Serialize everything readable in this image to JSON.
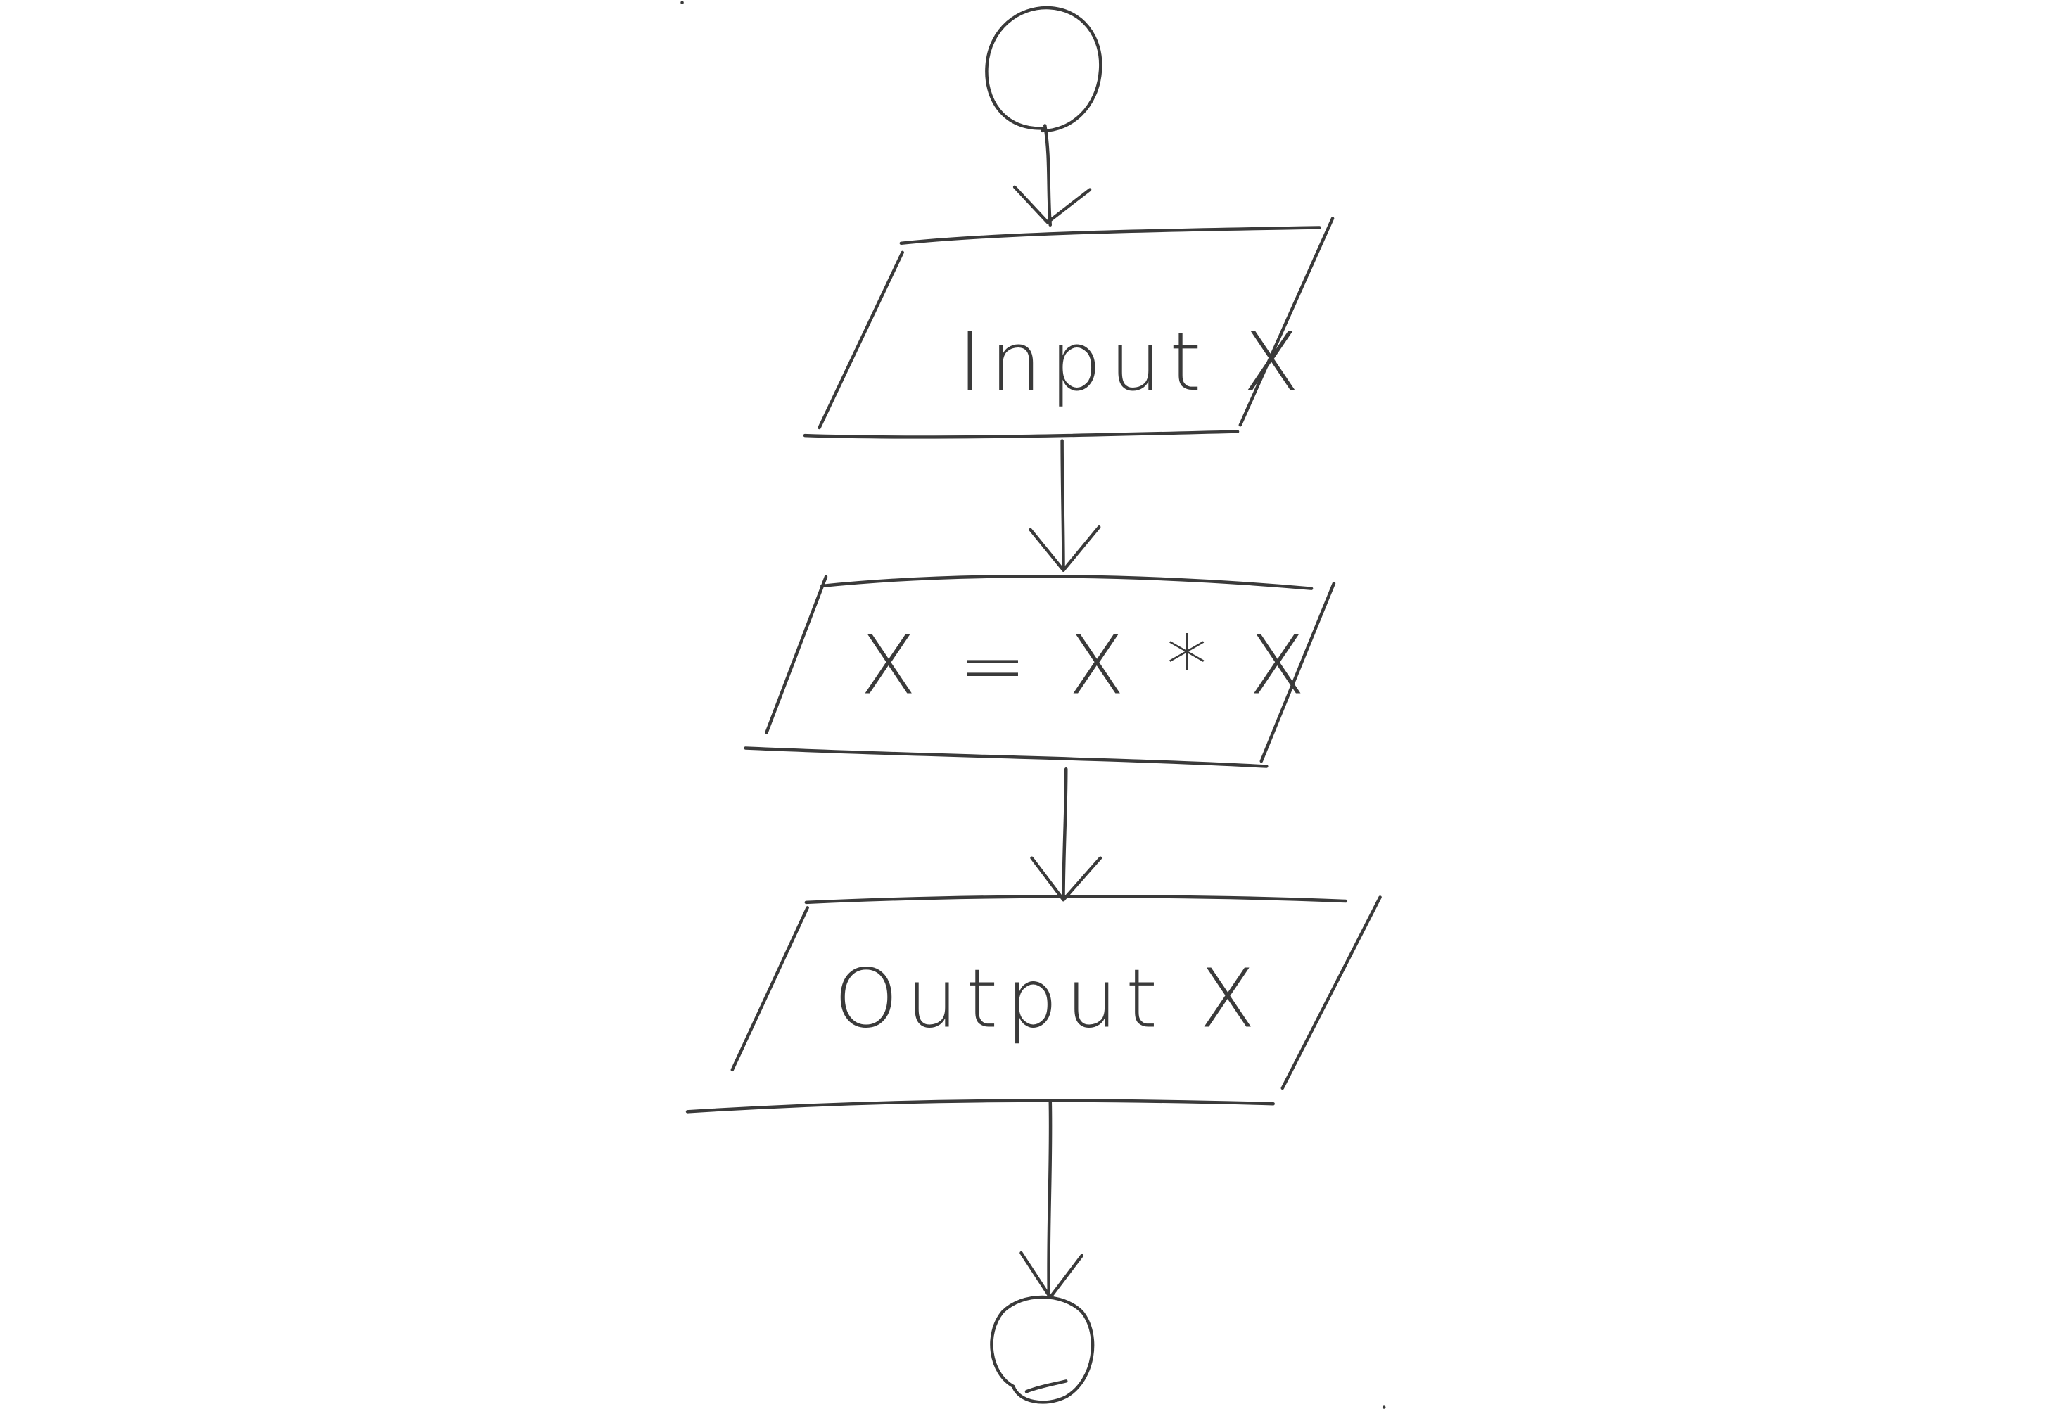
{
  "nodes": [
    {
      "id": "start",
      "kind": "terminal"
    },
    {
      "id": "input",
      "kind": "io",
      "label": "Input X"
    },
    {
      "id": "process",
      "kind": "io",
      "label": "X = X * X"
    },
    {
      "id": "output",
      "kind": "io",
      "label": "Output X"
    },
    {
      "id": "end",
      "kind": "terminal"
    }
  ],
  "edges": [
    {
      "from": "start",
      "to": "input"
    },
    {
      "from": "input",
      "to": "process"
    },
    {
      "from": "process",
      "to": "output"
    },
    {
      "from": "output",
      "to": "end"
    }
  ]
}
